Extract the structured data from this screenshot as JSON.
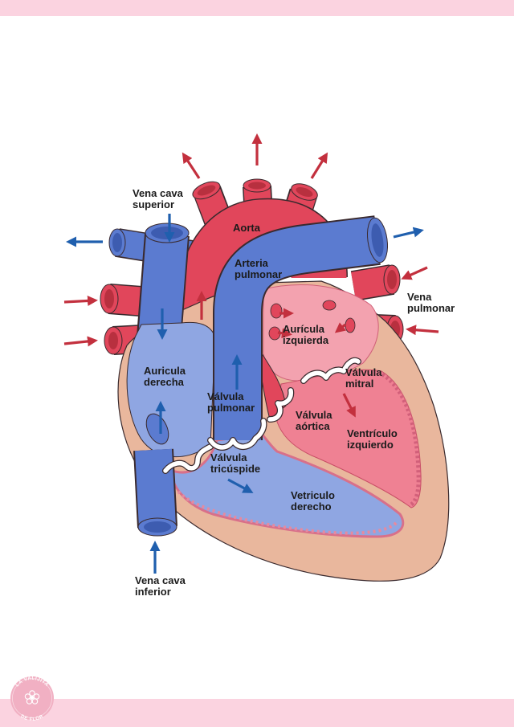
{
  "colors": {
    "band": "#fbd3e0",
    "logo": "#f1b0c3",
    "blood_oxygenated": "#e1465b",
    "blood_deoxygenated": "#5b7bd0",
    "muscle": "#e9b79d",
    "arrow_blue": "#1f5fae",
    "arrow_red": "#c3303e"
  },
  "labels": {
    "vena_cava_superior": [
      "Vena cava",
      "superior"
    ],
    "aorta": [
      "Aorta"
    ],
    "arteria_pulmonar": [
      "Arteria",
      "pulmonar"
    ],
    "vena_pulmonar": [
      "Vena",
      "pulmonar"
    ],
    "auricula_izquierda": [
      "Aurícula",
      "izquierda"
    ],
    "auricula_derecha": [
      "Auricula",
      "derecha"
    ],
    "valvula_mitral": [
      "Válvula",
      "mitral"
    ],
    "valvula_pulmonar": [
      "Válvula",
      "pulmonar"
    ],
    "valvula_aortica": [
      "Válvula",
      "aórtica"
    ],
    "ventriculo_izquierdo": [
      "Ventrículo",
      "izquierdo"
    ],
    "valvula_tricuspide": [
      "Válvula",
      "tricúspide"
    ],
    "ventriculo_derecho": [
      "Vetriculo",
      "derecho"
    ],
    "vena_cava_inferior": [
      "Vena cava",
      "inferior"
    ]
  },
  "logo": {
    "top": "LA VALIJITA",
    "bottom": "DE FLOR",
    "icon": "flower-icon"
  }
}
